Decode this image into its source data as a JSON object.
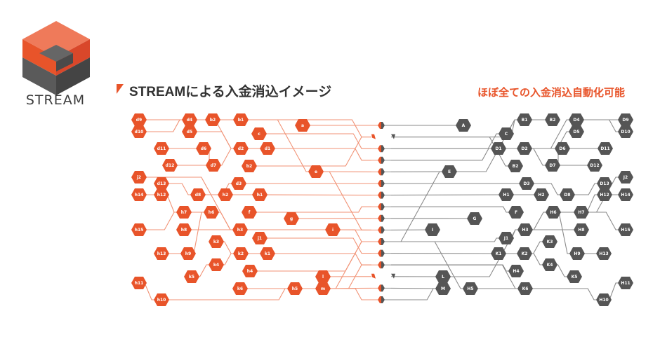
{
  "logo": {
    "text": "STREAM"
  },
  "header": {
    "title": "STREAMによる入金消込イメージ",
    "subtitle": "ほぼ全ての入金消込自動化可能"
  },
  "colors": {
    "accent": "#e8542a",
    "accent_line": "#f19275",
    "gray": "#555555",
    "gray_line": "#8a8a8a"
  },
  "left_nodes": [
    "d9",
    "d10",
    "d4",
    "d5",
    "b2",
    "b1",
    "a",
    "c",
    "d11",
    "d6",
    "d2",
    "d1",
    "d12",
    "d7",
    "b2",
    "e",
    "j2",
    "d13",
    "d3",
    "d8",
    "h2",
    "h1",
    "h14",
    "h12",
    "h7",
    "h6",
    "f",
    "g",
    "h15",
    "h8",
    "h3",
    "i",
    "j1",
    "k3",
    "h13",
    "h9",
    "k2",
    "k1",
    "k4",
    "h4",
    "k5",
    "l",
    "h11",
    "k6",
    "h5",
    "m",
    "h10"
  ],
  "right_nodes": [
    "A",
    "B1",
    "B2",
    "D4",
    "D9",
    "C",
    "D5",
    "D10",
    "D1",
    "D2",
    "D6",
    "D11",
    "B2",
    "D7",
    "D12",
    "E",
    "J2",
    "D3",
    "D13",
    "H1",
    "H2",
    "D8",
    "H12",
    "H14",
    "F",
    "H6",
    "H7",
    "G",
    "I",
    "H3",
    "H8",
    "H15",
    "J1",
    "K3",
    "K1",
    "K2",
    "H9",
    "H13",
    "K4",
    "H4",
    "L",
    "K5",
    "H5",
    "M",
    "K6",
    "H11",
    "H10"
  ]
}
